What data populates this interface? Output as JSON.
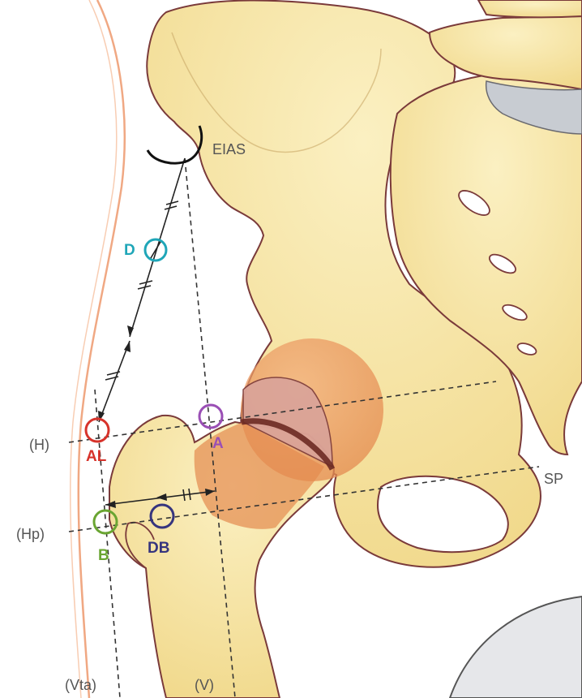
{
  "labels": {
    "eias": "EIAS",
    "d": "D",
    "al": "AL",
    "a": "A",
    "b": "B",
    "db": "DB",
    "h": "(H)",
    "hp": "(Hp)",
    "sp": "SP",
    "vta": "(Vta)",
    "v": "(V)"
  },
  "colors": {
    "bone": "#f4df95",
    "bone_outline": "#7a3a3a",
    "skin_line": "#f0a883",
    "joint_overlay": "#e8894a",
    "cartilage": "#8b3a2e",
    "vertebra_disc": "#c8ccd2",
    "marker_d": "#1fa6b8",
    "marker_al": "#d7332b",
    "marker_a": "#9a4fb5",
    "marker_b": "#6aa532",
    "marker_db": "#36357e",
    "label_gray": "#555555",
    "line": "#333333"
  }
}
